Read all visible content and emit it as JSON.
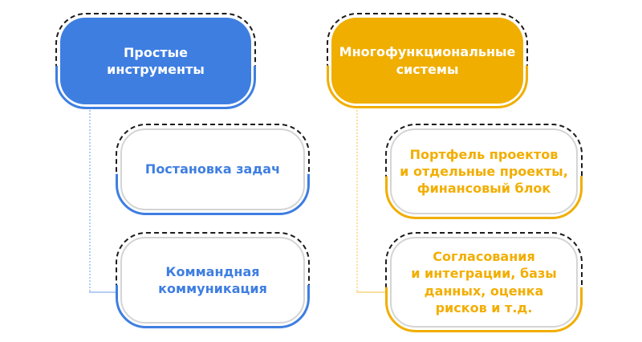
{
  "colors": {
    "background": "#ffffff",
    "blue": "#3E7EE1",
    "yellow": "#F0AE00",
    "yellow_text": "#F2AE00",
    "blue_connector": "#B5CDF4",
    "yellow_connector": "#FADF9F",
    "card_border": "#D4D4D4",
    "dash": "#1C1C1C",
    "text_on_accent": "#FFFFFF"
  },
  "diagram": {
    "columns": [
      {
        "key": "simple-tools",
        "accent": "#3E7EE1",
        "header": "Простые\nинструменты",
        "items": [
          {
            "key": "task-setting",
            "label": "Постановка задач"
          },
          {
            "key": "team-communication",
            "label": "Коммандная\nкоммуникация"
          }
        ]
      },
      {
        "key": "multifunctional-systems",
        "accent": "#F0AE00",
        "header": "Многофункциональные\nсистемы",
        "items": [
          {
            "key": "project-portfolio",
            "label": "Портфель проектов\nи отдельные проекты,\nфинансовый блок"
          },
          {
            "key": "approvals-integrations",
            "label": "Согласования\nи интеграции, базы\nданных, оценка\nрисков и т.д."
          }
        ]
      }
    ]
  }
}
